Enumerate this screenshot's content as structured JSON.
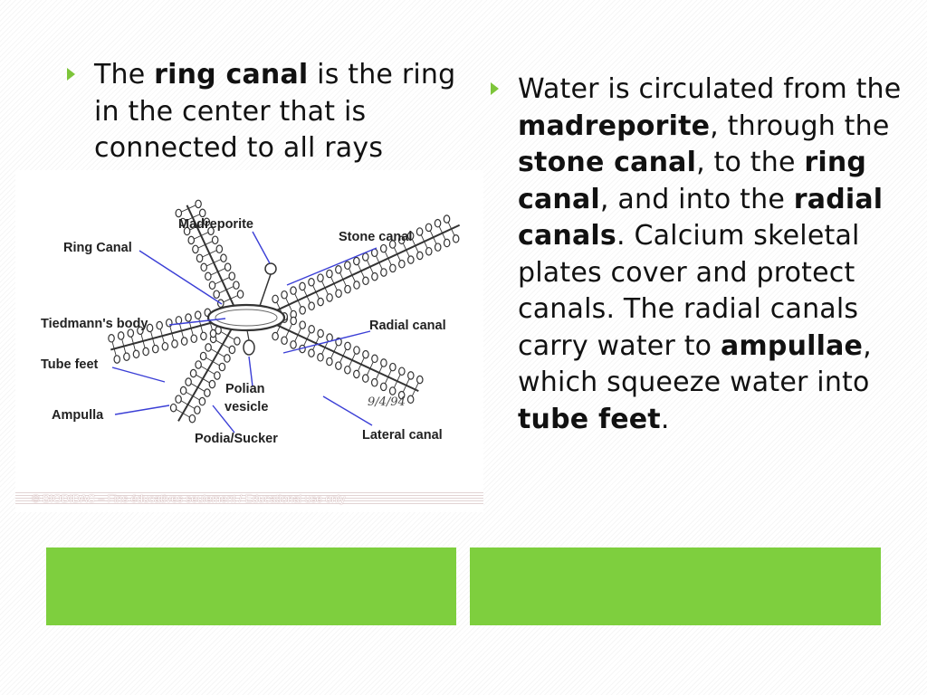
{
  "left_bullet": {
    "pre": "The ",
    "bold": "ring canal",
    "post": " is the ring in the center that is connected to all rays"
  },
  "right_bullet": {
    "t1": "Water is circulated from the ",
    "b1": "madreporite",
    "t2": ", through the ",
    "b2": "stone canal",
    "t3": ", to the ",
    "b3": "ring canal",
    "t4": ", and into the ",
    "b4": "radial canals",
    "t5": ". Calcium skeletal plates cover and protect canals. The radial canals carry water to ",
    "b5": "ampullae",
    "t6": ", which squeeze water into ",
    "b6": "tube feet",
    "t7": "."
  },
  "diagram": {
    "labels": {
      "madreporite": "Madreporite",
      "ring_canal": "Ring Canal",
      "stone_canal": "Stone canal",
      "tiedmanns_body": "Tiedmann's body",
      "radial_canal": "Radial canal",
      "tube_feet": "Tube feet",
      "polian_vesicle_1": "Polian",
      "polian_vesicle_2": "vesicle",
      "ampulla": "Ampulla",
      "podia_sucker": "Podia/Sucker",
      "lateral_canal": "Lateral canal",
      "date_mark": "9/4/94"
    },
    "watermark": "© BIODIDAC – Fins éducatives seulement / Educational use only"
  },
  "colors": {
    "bullet_arrow": "#7dc53a",
    "green_box": "#7ecf3e",
    "leader_line": "#3b3fd6"
  }
}
